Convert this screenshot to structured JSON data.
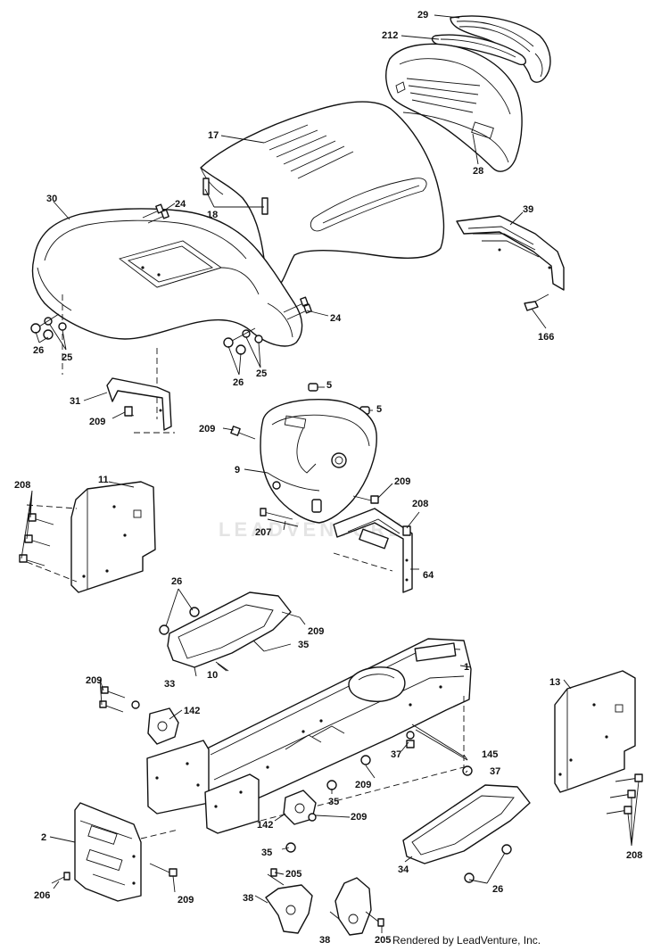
{
  "watermark": "LEADVENTURE",
  "credit": "Rendered by LeadVenture, Inc.",
  "callouts": [
    {
      "id": "c-29",
      "label": "29"
    },
    {
      "id": "c-212",
      "label": "212"
    },
    {
      "id": "c-17",
      "label": "17"
    },
    {
      "id": "c-28",
      "label": "28"
    },
    {
      "id": "c-30",
      "label": "30"
    },
    {
      "id": "c-24a",
      "label": "24"
    },
    {
      "id": "c-18",
      "label": "18"
    },
    {
      "id": "c-39",
      "label": "39"
    },
    {
      "id": "c-24b",
      "label": "24"
    },
    {
      "id": "c-26a",
      "label": "26"
    },
    {
      "id": "c-25a",
      "label": "25"
    },
    {
      "id": "c-26b",
      "label": "26"
    },
    {
      "id": "c-25b",
      "label": "25"
    },
    {
      "id": "c-166",
      "label": "166"
    },
    {
      "id": "c-5a",
      "label": "5"
    },
    {
      "id": "c-5b",
      "label": "5"
    },
    {
      "id": "c-31",
      "label": "31"
    },
    {
      "id": "c-209a",
      "label": "209"
    },
    {
      "id": "c-209b",
      "label": "209"
    },
    {
      "id": "c-9",
      "label": "9"
    },
    {
      "id": "c-209c",
      "label": "209"
    },
    {
      "id": "c-208a",
      "label": "208"
    },
    {
      "id": "c-11",
      "label": "11"
    },
    {
      "id": "c-208b",
      "label": "208"
    },
    {
      "id": "c-207",
      "label": "207"
    },
    {
      "id": "c-64",
      "label": "64"
    },
    {
      "id": "c-26c",
      "label": "26"
    },
    {
      "id": "c-209d",
      "label": "209"
    },
    {
      "id": "c-35a",
      "label": "35"
    },
    {
      "id": "c-33",
      "label": "33"
    },
    {
      "id": "c-10",
      "label": "10"
    },
    {
      "id": "c-1",
      "label": "1"
    },
    {
      "id": "c-209e",
      "label": "209"
    },
    {
      "id": "c-142a",
      "label": "142"
    },
    {
      "id": "c-13",
      "label": "13"
    },
    {
      "id": "c-145",
      "label": "145"
    },
    {
      "id": "c-37a",
      "label": "37"
    },
    {
      "id": "c-37b",
      "label": "37"
    },
    {
      "id": "c-209f",
      "label": "209"
    },
    {
      "id": "c-35b",
      "label": "35"
    },
    {
      "id": "c-142b",
      "label": "142"
    },
    {
      "id": "c-209g",
      "label": "209"
    },
    {
      "id": "c-2",
      "label": "2"
    },
    {
      "id": "c-35c",
      "label": "35"
    },
    {
      "id": "c-208c",
      "label": "208"
    },
    {
      "id": "c-34",
      "label": "34"
    },
    {
      "id": "c-209h",
      "label": "209"
    },
    {
      "id": "c-206",
      "label": "206"
    },
    {
      "id": "c-205a",
      "label": "205"
    },
    {
      "id": "c-26d",
      "label": "26"
    },
    {
      "id": "c-38a",
      "label": "38"
    },
    {
      "id": "c-38b",
      "label": "38"
    },
    {
      "id": "c-205b",
      "label": "205"
    }
  ]
}
